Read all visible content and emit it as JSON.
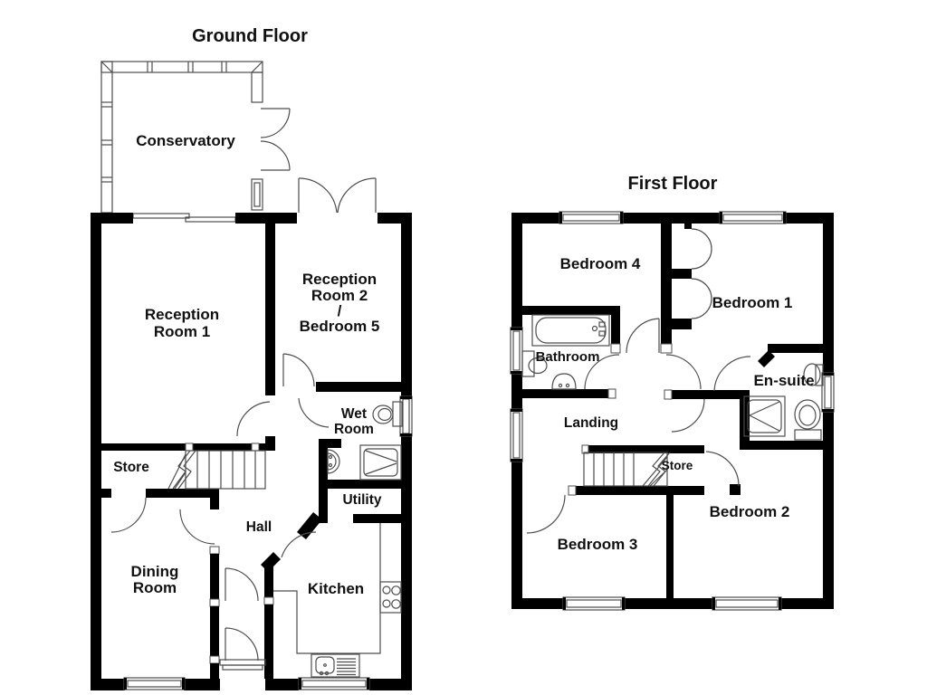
{
  "titles": {
    "ground": "Ground Floor",
    "first": "First Floor"
  },
  "ground_rooms": {
    "conservatory": "Conservatory",
    "reception1_l1": "Reception",
    "reception1_l2": "Room 1",
    "reception2_l1": "Reception",
    "reception2_l2": "Room 2",
    "reception2_l3": "/",
    "reception2_l4": "Bedroom 5",
    "wet_l1": "Wet",
    "wet_l2": "Room",
    "store": "Store",
    "hall": "Hall",
    "utility": "Utility",
    "dining_l1": "Dining",
    "dining_l2": "Room",
    "kitchen": "Kitchen"
  },
  "first_rooms": {
    "bedroom4": "Bedroom 4",
    "bedroom1": "Bedroom 1",
    "bathroom": "Bathroom",
    "ensuite": "En-suite",
    "landing": "Landing",
    "store": "Store",
    "bedroom2": "Bedroom 2",
    "bedroom3": "Bedroom 3"
  },
  "colors": {
    "wall": "#000000",
    "line": "#4d4d4d",
    "background": "#ffffff",
    "text": "#111111"
  }
}
